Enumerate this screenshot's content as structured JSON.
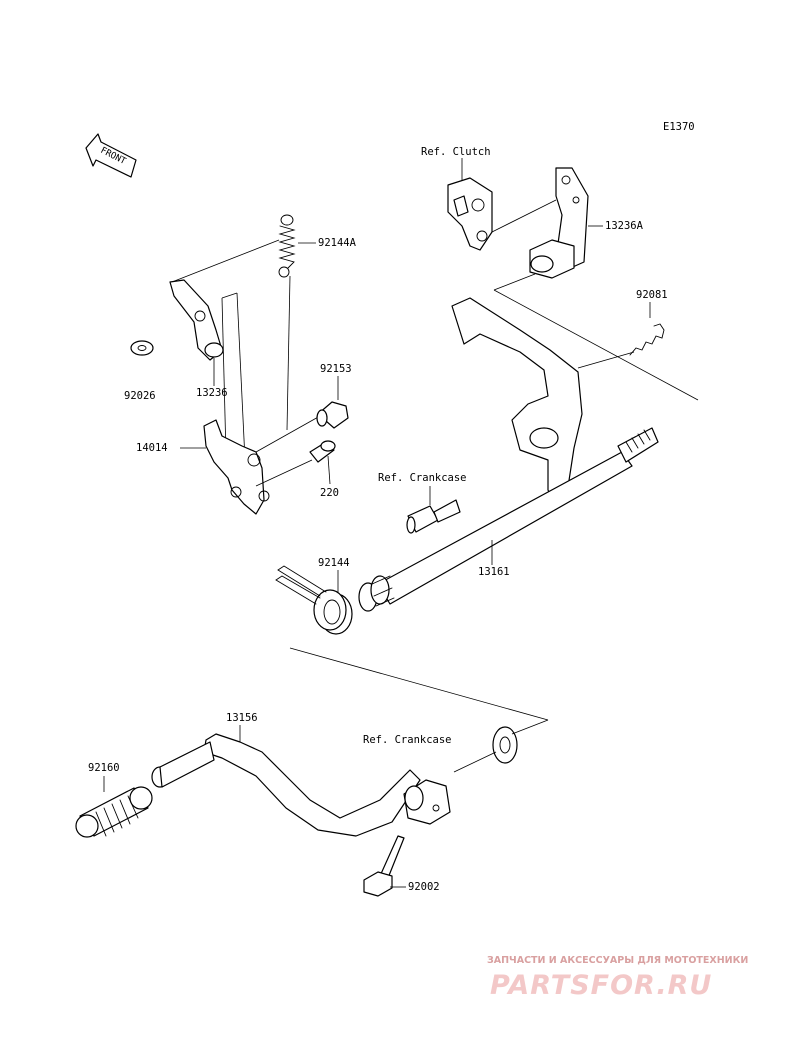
{
  "diagram_code": "E1370",
  "front_marker": "FRONT",
  "labels": {
    "ref_clutch": "Ref. Clutch",
    "p13236A": "13236A",
    "p92081": "92081",
    "p92144A": "92144A",
    "p92026": "92026",
    "p13236": "13236",
    "p92153": "92153",
    "p14014": "14014",
    "p220": "220",
    "ref_crankcase_upper": "Ref. Crankcase",
    "p13161": "13161",
    "p92144": "92144",
    "p13156": "13156",
    "ref_crankcase_lower": "Ref. Crankcase",
    "p92160": "92160",
    "p92002": "92002"
  },
  "watermark": {
    "tagline": "ЗАПЧАСТИ И АКСЕССУАРЫ ДЛЯ МОТОТЕХНИКИ",
    "logo": "PARTSFOR.RU"
  }
}
